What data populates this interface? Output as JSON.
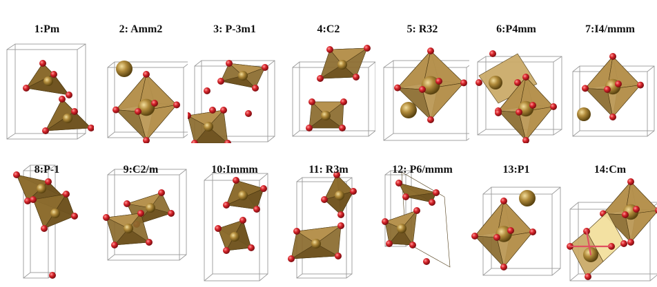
{
  "structures": [
    {
      "label": "1:Pm"
    },
    {
      "label": "2: Amm2"
    },
    {
      "label": "3: P-3m1"
    },
    {
      "label": "4:C2"
    },
    {
      "label": "5: R32"
    },
    {
      "label": "6:P4mm"
    },
    {
      "label": "7:I4/mmm"
    },
    {
      "label": "8:P-1"
    },
    {
      "label": "9:C2/m"
    },
    {
      "label": "10:Immm"
    },
    {
      "label": "11: R3m"
    },
    {
      "label": "12: P6/mmm"
    },
    {
      "label": "13:P1"
    },
    {
      "label": "14:Cm"
    }
  ],
  "colors": {
    "polyhedron": "#8a6a2c",
    "polyhedron_light": "#b89550",
    "metal_atom": "#b08a3a",
    "oxygen_atom": "#d8252b",
    "bond": "#e05060",
    "cell_edge": "#9a9a9a"
  }
}
